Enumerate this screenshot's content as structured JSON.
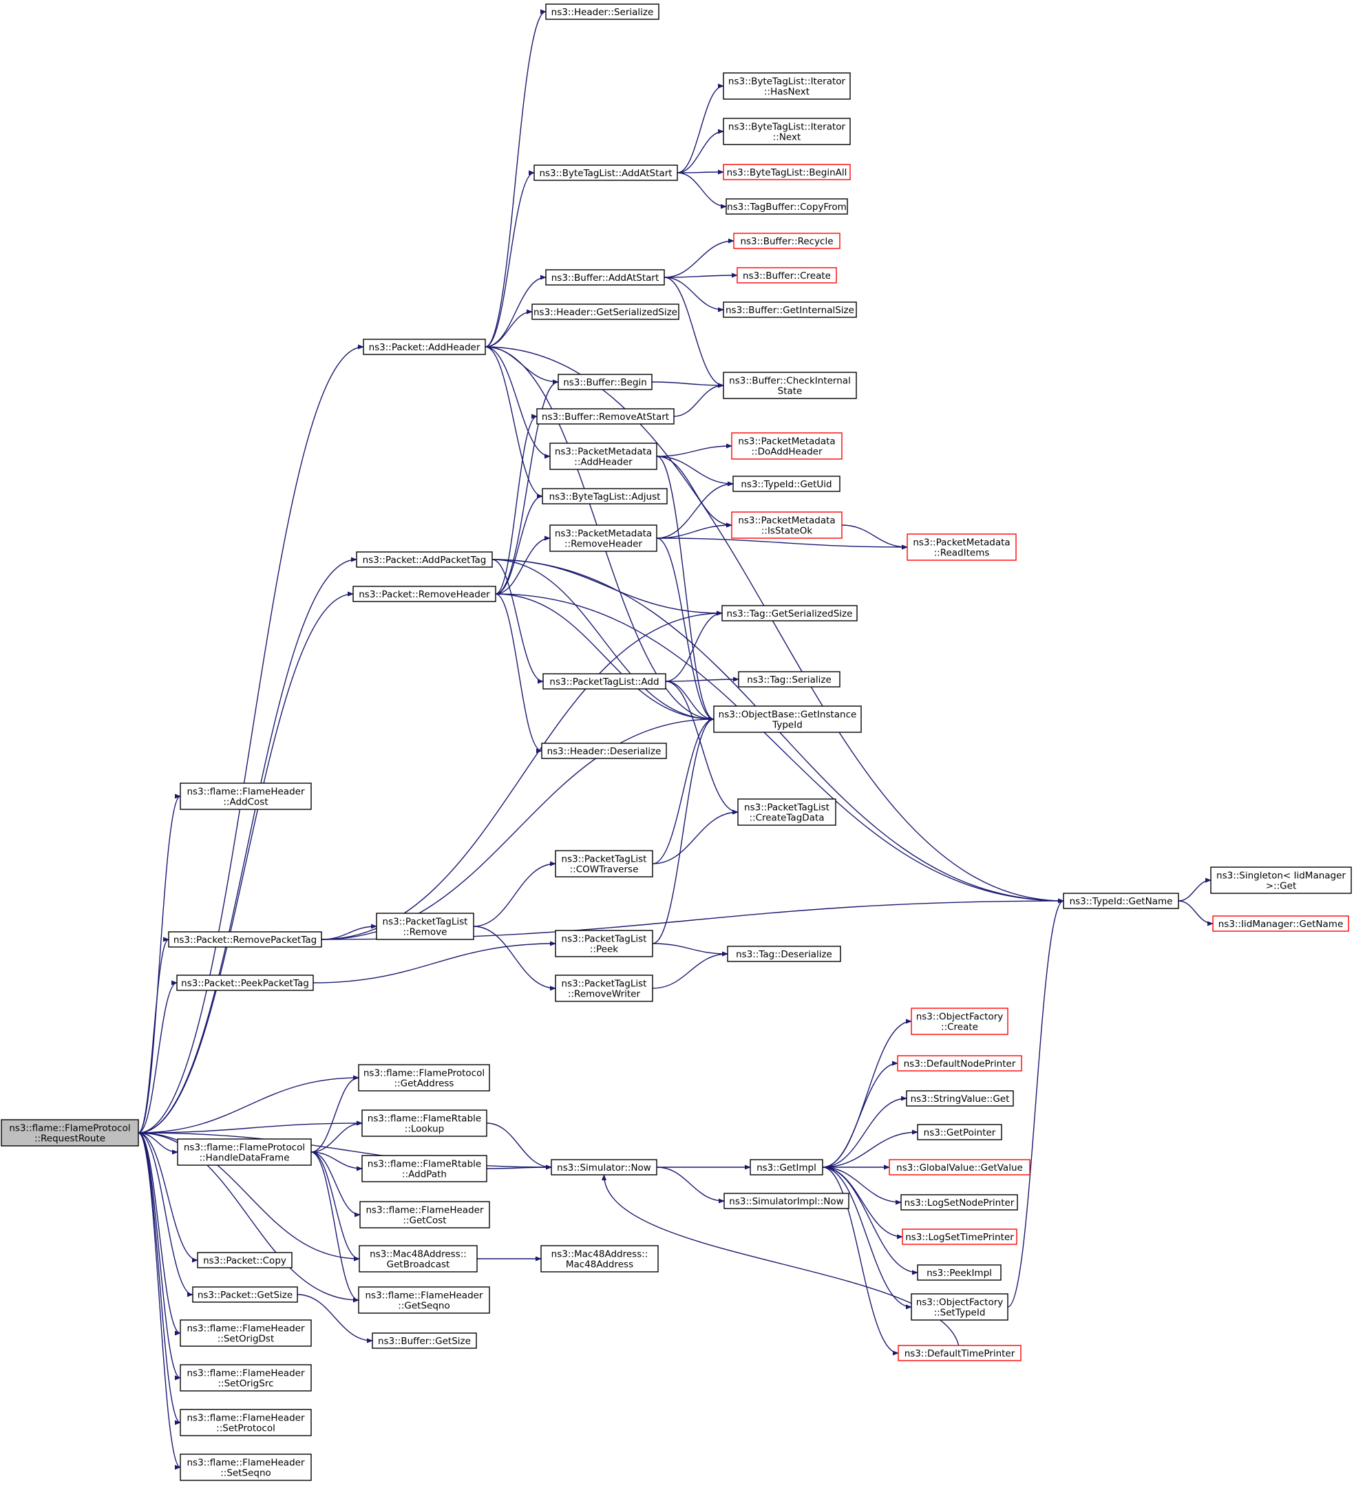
{
  "graph": {
    "colors": {
      "edge": "#191970",
      "node_border": "#000000",
      "truncated_border": "#ff0000",
      "root_fill": "#bfbfbf"
    },
    "nodes": [
      {
        "id": "root",
        "lines": [
          "ns3::flame::FlameProtocol",
          "::RequestRoute"
        ],
        "root": true
      },
      {
        "id": "addcost",
        "lines": [
          "ns3::flame::FlameHeader",
          "::AddCost"
        ]
      },
      {
        "id": "addpackettag",
        "lines": [
          "ns3::Packet::AddPacketTag"
        ]
      },
      {
        "id": "removeheader",
        "lines": [
          "ns3::Packet::RemoveHeader"
        ]
      },
      {
        "id": "addheader",
        "lines": [
          "ns3::Packet::AddHeader"
        ]
      },
      {
        "id": "removepackettag",
        "lines": [
          "ns3::Packet::RemovePacketTag"
        ]
      },
      {
        "id": "peekpackettag",
        "lines": [
          "ns3::Packet::PeekPacketTag"
        ]
      },
      {
        "id": "handledataframe",
        "lines": [
          "ns3::flame::FlameProtocol",
          "::HandleDataFrame"
        ]
      },
      {
        "id": "copy",
        "lines": [
          "ns3::Packet::Copy"
        ]
      },
      {
        "id": "getsize",
        "lines": [
          "ns3::Packet::GetSize"
        ]
      },
      {
        "id": "setorigdst",
        "lines": [
          "ns3::flame::FlameHeader",
          "::SetOrigDst"
        ]
      },
      {
        "id": "setorigsrc",
        "lines": [
          "ns3::flame::FlameHeader",
          "::SetOrigSrc"
        ]
      },
      {
        "id": "setprotocol",
        "lines": [
          "ns3::flame::FlameHeader",
          "::SetProtocol"
        ]
      },
      {
        "id": "setseqno",
        "lines": [
          "ns3::flame::FlameHeader",
          "::SetSeqno"
        ]
      },
      {
        "id": "getaddress",
        "lines": [
          "ns3::flame::FlameProtocol",
          "::GetAddress"
        ]
      },
      {
        "id": "lookup",
        "lines": [
          "ns3::flame::FlameRtable",
          "::Lookup"
        ]
      },
      {
        "id": "addpath",
        "lines": [
          "ns3::flame::FlameRtable",
          "::AddPath"
        ]
      },
      {
        "id": "getcost",
        "lines": [
          "ns3::flame::FlameHeader",
          "::GetCost"
        ]
      },
      {
        "id": "getbroadcast",
        "lines": [
          "ns3::Mac48Address::",
          "GetBroadcast"
        ]
      },
      {
        "id": "getseqno",
        "lines": [
          "ns3::flame::FlameHeader",
          "::GetSeqno"
        ]
      },
      {
        "id": "buf_getsize",
        "lines": [
          "ns3::Buffer::GetSize"
        ]
      },
      {
        "id": "ptl_remove",
        "lines": [
          "ns3::PacketTagList",
          "::Remove"
        ]
      },
      {
        "id": "hdr_serialize",
        "lines": [
          "ns3::Header::Serialize"
        ]
      },
      {
        "id": "btl_addatstart",
        "lines": [
          "ns3::ByteTagList::AddAtStart"
        ]
      },
      {
        "id": "buf_addatstart",
        "lines": [
          "ns3::Buffer::AddAtStart"
        ]
      },
      {
        "id": "hdr_getsersize",
        "lines": [
          "ns3::Header::GetSerializedSize"
        ]
      },
      {
        "id": "buf_begin",
        "lines": [
          "ns3::Buffer::Begin"
        ]
      },
      {
        "id": "buf_removeatstart",
        "lines": [
          "ns3::Buffer::RemoveAtStart"
        ]
      },
      {
        "id": "pm_addheader",
        "lines": [
          "ns3::PacketMetadata",
          "::AddHeader"
        ]
      },
      {
        "id": "btl_adjust",
        "lines": [
          "ns3::ByteTagList::Adjust"
        ]
      },
      {
        "id": "pm_removeheader",
        "lines": [
          "ns3::PacketMetadata",
          "::RemoveHeader"
        ]
      },
      {
        "id": "ptl_add",
        "lines": [
          "ns3::PacketTagList::Add"
        ]
      },
      {
        "id": "hdr_deserialize",
        "lines": [
          "ns3::Header::Deserialize"
        ]
      },
      {
        "id": "ptl_cowtraverse",
        "lines": [
          "ns3::PacketTagList",
          "::COWTraverse"
        ]
      },
      {
        "id": "ptl_peek",
        "lines": [
          "ns3::PacketTagList",
          "::Peek"
        ]
      },
      {
        "id": "ptl_removewriter",
        "lines": [
          "ns3::PacketTagList",
          "::RemoveWriter"
        ]
      },
      {
        "id": "sim_now",
        "lines": [
          "ns3::Simulator::Now"
        ]
      },
      {
        "id": "mac_ctor",
        "lines": [
          "ns3::Mac48Address::",
          "Mac48Address"
        ]
      },
      {
        "id": "it_hasnext",
        "lines": [
          "ns3::ByteTagList::Iterator",
          "::HasNext"
        ]
      },
      {
        "id": "it_next",
        "lines": [
          "ns3::ByteTagList::Iterator",
          "::Next"
        ]
      },
      {
        "id": "btl_beginall",
        "lines": [
          "ns3::ByteTagList::BeginAll"
        ],
        "truncated": true
      },
      {
        "id": "tagbuf_copyfrom",
        "lines": [
          "ns3::TagBuffer::CopyFrom"
        ]
      },
      {
        "id": "buf_recycle",
        "lines": [
          "ns3::Buffer::Recycle"
        ],
        "truncated": true
      },
      {
        "id": "buf_create",
        "lines": [
          "ns3::Buffer::Create"
        ],
        "truncated": true
      },
      {
        "id": "buf_getinternalsize",
        "lines": [
          "ns3::Buffer::GetInternalSize"
        ]
      },
      {
        "id": "buf_checkinternal",
        "lines": [
          "ns3::Buffer::CheckInternal",
          "State"
        ]
      },
      {
        "id": "pm_doaddheader",
        "lines": [
          "ns3::PacketMetadata",
          "::DoAddHeader"
        ],
        "truncated": true
      },
      {
        "id": "typeid_getuid",
        "lines": [
          "ns3::TypeId::GetUid"
        ]
      },
      {
        "id": "pm_isstateok",
        "lines": [
          "ns3::PacketMetadata",
          "::IsStateOk"
        ],
        "truncated": true
      },
      {
        "id": "tag_getsersize",
        "lines": [
          "ns3::Tag::GetSerializedSize"
        ]
      },
      {
        "id": "tag_serialize",
        "lines": [
          "ns3::Tag::Serialize"
        ]
      },
      {
        "id": "ob_getinstancetypeid",
        "lines": [
          "ns3::ObjectBase::GetInstance",
          "TypeId"
        ]
      },
      {
        "id": "ptl_createtagdata",
        "lines": [
          "ns3::PacketTagList",
          "::CreateTagData"
        ]
      },
      {
        "id": "tag_deserialize",
        "lines": [
          "ns3::Tag::Deserialize"
        ]
      },
      {
        "id": "getimpl",
        "lines": [
          "ns3::GetImpl"
        ]
      },
      {
        "id": "simimpl_now",
        "lines": [
          "ns3::SimulatorImpl::Now"
        ]
      },
      {
        "id": "pm_readitems",
        "lines": [
          "ns3::PacketMetadata",
          "::ReadItems"
        ],
        "truncated": true
      },
      {
        "id": "typeid_getname",
        "lines": [
          "ns3::TypeId::GetName"
        ]
      },
      {
        "id": "of_create",
        "lines": [
          "ns3::ObjectFactory",
          "::Create"
        ],
        "truncated": true
      },
      {
        "id": "defaultnodeprinter",
        "lines": [
          "ns3::DefaultNodePrinter"
        ],
        "truncated": true
      },
      {
        "id": "stringvalue_get",
        "lines": [
          "ns3::StringValue::Get"
        ]
      },
      {
        "id": "getpointer",
        "lines": [
          "ns3::GetPointer"
        ]
      },
      {
        "id": "gv_getvalue",
        "lines": [
          "ns3::GlobalValue::GetValue"
        ],
        "truncated": true
      },
      {
        "id": "logsetnodeprinter",
        "lines": [
          "ns3::LogSetNodePrinter"
        ]
      },
      {
        "id": "logsettimeprinter",
        "lines": [
          "ns3::LogSetTimePrinter"
        ],
        "truncated": true
      },
      {
        "id": "peekimpl",
        "lines": [
          "ns3::PeekImpl"
        ]
      },
      {
        "id": "of_settypeid",
        "lines": [
          "ns3::ObjectFactory",
          "::SetTypeId"
        ]
      },
      {
        "id": "defaulttimeprinter",
        "lines": [
          "ns3::DefaultTimePrinter"
        ],
        "truncated": true
      },
      {
        "id": "singleton_get",
        "lines": [
          "ns3::Singleton< IidManager",
          ">::Get"
        ]
      },
      {
        "id": "iidmanager_getname",
        "lines": [
          "ns3::IidManager::GetName"
        ],
        "truncated": true
      }
    ],
    "edges": [
      [
        "root",
        "addcost"
      ],
      [
        "root",
        "addpackettag"
      ],
      [
        "root",
        "removeheader"
      ],
      [
        "root",
        "addheader"
      ],
      [
        "root",
        "removepackettag"
      ],
      [
        "root",
        "peekpackettag"
      ],
      [
        "root",
        "handledataframe"
      ],
      [
        "root",
        "copy"
      ],
      [
        "root",
        "getsize"
      ],
      [
        "root",
        "setorigdst"
      ],
      [
        "root",
        "setorigsrc"
      ],
      [
        "root",
        "setprotocol"
      ],
      [
        "root",
        "setseqno"
      ],
      [
        "root",
        "getaddress"
      ],
      [
        "root",
        "lookup"
      ],
      [
        "root",
        "getbroadcast"
      ],
      [
        "root",
        "getseqno"
      ],
      [
        "root",
        "sim_now"
      ],
      [
        "addheader",
        "hdr_serialize"
      ],
      [
        "addheader",
        "typeid_getname"
      ],
      [
        "addheader",
        "btl_addatstart"
      ],
      [
        "addheader",
        "buf_addatstart"
      ],
      [
        "addheader",
        "hdr_getsersize"
      ],
      [
        "addheader",
        "buf_begin"
      ],
      [
        "addheader",
        "pm_addheader"
      ],
      [
        "addheader",
        "btl_adjust"
      ],
      [
        "addheader",
        "ob_getinstancetypeid"
      ],
      [
        "btl_addatstart",
        "it_hasnext"
      ],
      [
        "btl_addatstart",
        "it_next"
      ],
      [
        "btl_addatstart",
        "btl_beginall"
      ],
      [
        "btl_addatstart",
        "tagbuf_copyfrom"
      ],
      [
        "buf_addatstart",
        "buf_recycle"
      ],
      [
        "buf_addatstart",
        "buf_create"
      ],
      [
        "buf_addatstart",
        "buf_getinternalsize"
      ],
      [
        "buf_addatstart",
        "buf_checkinternal"
      ],
      [
        "buf_begin",
        "buf_checkinternal"
      ],
      [
        "buf_removeatstart",
        "buf_checkinternal"
      ],
      [
        "pm_addheader",
        "pm_doaddheader"
      ],
      [
        "pm_addheader",
        "typeid_getuid"
      ],
      [
        "pm_addheader",
        "pm_isstateok"
      ],
      [
        "pm_addheader",
        "ob_getinstancetypeid"
      ],
      [
        "pm_removeheader",
        "typeid_getuid"
      ],
      [
        "pm_removeheader",
        "pm_isstateok"
      ],
      [
        "pm_removeheader",
        "pm_readitems"
      ],
      [
        "pm_removeheader",
        "ob_getinstancetypeid"
      ],
      [
        "pm_isstateok",
        "pm_readitems"
      ],
      [
        "addpackettag",
        "typeid_getname"
      ],
      [
        "addpackettag",
        "tag_getsersize"
      ],
      [
        "addpackettag",
        "ptl_add"
      ],
      [
        "addpackettag",
        "ob_getinstancetypeid"
      ],
      [
        "removeheader",
        "buf_begin"
      ],
      [
        "removeheader",
        "buf_removeatstart"
      ],
      [
        "removeheader",
        "btl_adjust"
      ],
      [
        "removeheader",
        "pm_removeheader"
      ],
      [
        "removeheader",
        "hdr_deserialize"
      ],
      [
        "removeheader",
        "ob_getinstancetypeid"
      ],
      [
        "removeheader",
        "typeid_getname"
      ],
      [
        "ptl_add",
        "tag_getsersize"
      ],
      [
        "ptl_add",
        "tag_serialize"
      ],
      [
        "ptl_add",
        "ob_getinstancetypeid"
      ],
      [
        "ptl_add",
        "ptl_createtagdata"
      ],
      [
        "removepackettag",
        "tag_getsersize"
      ],
      [
        "removepackettag",
        "ob_getinstancetypeid"
      ],
      [
        "removepackettag",
        "ptl_remove"
      ],
      [
        "removepackettag",
        "typeid_getname"
      ],
      [
        "ptl_remove",
        "ptl_cowtraverse"
      ],
      [
        "ptl_remove",
        "ptl_removewriter"
      ],
      [
        "ptl_cowtraverse",
        "ob_getinstancetypeid"
      ],
      [
        "ptl_cowtraverse",
        "ptl_createtagdata"
      ],
      [
        "peekpackettag",
        "ptl_peek"
      ],
      [
        "ptl_peek",
        "ob_getinstancetypeid"
      ],
      [
        "ptl_peek",
        "tag_deserialize"
      ],
      [
        "ptl_removewriter",
        "tag_deserialize"
      ],
      [
        "typeid_getname",
        "singleton_get"
      ],
      [
        "typeid_getname",
        "iidmanager_getname"
      ],
      [
        "handledataframe",
        "getaddress"
      ],
      [
        "handledataframe",
        "lookup"
      ],
      [
        "handledataframe",
        "addpath"
      ],
      [
        "handledataframe",
        "getcost"
      ],
      [
        "handledataframe",
        "getbroadcast"
      ],
      [
        "handledataframe",
        "getseqno"
      ],
      [
        "lookup",
        "sim_now"
      ],
      [
        "addpath",
        "sim_now"
      ],
      [
        "getbroadcast",
        "mac_ctor"
      ],
      [
        "getsize",
        "buf_getsize"
      ],
      [
        "sim_now",
        "getimpl"
      ],
      [
        "sim_now",
        "simimpl_now"
      ],
      [
        "getimpl",
        "of_create"
      ],
      [
        "getimpl",
        "defaultnodeprinter"
      ],
      [
        "getimpl",
        "stringvalue_get"
      ],
      [
        "getimpl",
        "getpointer"
      ],
      [
        "getimpl",
        "gv_getvalue"
      ],
      [
        "getimpl",
        "logsetnodeprinter"
      ],
      [
        "getimpl",
        "logsettimeprinter"
      ],
      [
        "getimpl",
        "peekimpl"
      ],
      [
        "getimpl",
        "of_settypeid"
      ],
      [
        "getimpl",
        "defaulttimeprinter"
      ],
      [
        "of_settypeid",
        "typeid_getname"
      ],
      [
        "defaulttimeprinter",
        "sim_now"
      ]
    ]
  }
}
